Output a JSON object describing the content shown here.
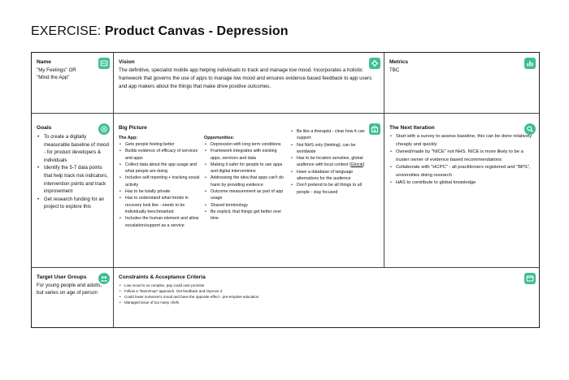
{
  "title": {
    "prefix": "EXERCISE:",
    "main": "Product Canvas - Depression"
  },
  "accent_color": "#3fbf8f",
  "name": {
    "heading": "Name",
    "lines": [
      "\"My Feelings\" OR",
      "\"Mind the App\""
    ],
    "icon": "id-card-icon"
  },
  "vision": {
    "heading": "Vision",
    "text": "The definitive, specialist mobile app helping individuals to track and manage low mood. Incorporates a holistic framework that governs the use of apps to manage low mood and ensures evidence based feedback to app users and app makers about the things that make drive positive outcomes.",
    "icon": "gear-icon"
  },
  "metrics": {
    "heading": "Metrics",
    "text": "TBC",
    "icon": "bar-chart-icon"
  },
  "goals": {
    "heading": "Goals",
    "icon": "target-icon",
    "items": [
      "To create a digitally measurable baseline of mood - for product developers & individuals",
      "Identify the 5-7 data points that help track risk indicators, intervention points and track improvement",
      "Get research funding for an project to explore this"
    ]
  },
  "big_picture": {
    "heading": "Big Picture",
    "icon": "building-icon",
    "the_app": {
      "heading": "The App:",
      "items": [
        "Gets people feeling better",
        "Builds evidence of efficacy of services and apps",
        "Collect data about the app usage and what people are doing",
        "Includes self reporting + tracking social activity",
        "Has to be totally private",
        "Has to understand what trends in recovery look like - needs to be individually benchmarked",
        "Includes the human element and allow escalation/support as a service"
      ]
    },
    "opportunities": {
      "heading": "Opportunities:",
      "items": [
        "Depression with long term conditions",
        "Framework integrates with existing apps, services and data",
        "Making it safer for people to use apps and digital interventions",
        "Addressing the idea that apps can't do harm by providing evidence",
        "Outcome measurement as part of app usage",
        "Shared terminology",
        "Be explicit, that things get better over time"
      ]
    },
    "more": {
      "items": [
        "Be like a therapist - clear how it can support",
        "Not NHS only (limiting), can be worldwide",
        "Has to be location sensitive, global audience with local context (",
        "Have a database of language alternatives for the audience",
        "Don't pretend to be all things to all people - stay focused"
      ],
      "glocal_word": "Glocal",
      "glocal_close": ")"
    }
  },
  "next_iteration": {
    "heading": "The Next Iteration",
    "icon": "search-icon",
    "items": [
      "Start with a survey to assess baseline, this can be done relatively cheaply and quickly",
      "Owned/made by \"NICE\" not NHS. NICE is more likely to be a truster owner of evidence based recommendations",
      "Collaborate with \"HCPC\" - all practitioners registered and \"BPS\", universities doing research",
      "HAS to contribute to global knowledge"
    ]
  },
  "target_users": {
    "heading": "Target User Groups",
    "text": "For young people and adults, but varies on age of person",
    "icon": "users-icon"
  },
  "constraints": {
    "heading": "Constraints & Acceptance Criteria",
    "icon": "window-icon",
    "items": [
      "Low mood is so complex, pay could over promise",
      "Follow a \"learn/mop\" approach. Get feedback and improve it",
      "Could lower someone's mood and have the opposite effect - pre-emptive education",
      "Managed issue of too many chefs"
    ]
  }
}
